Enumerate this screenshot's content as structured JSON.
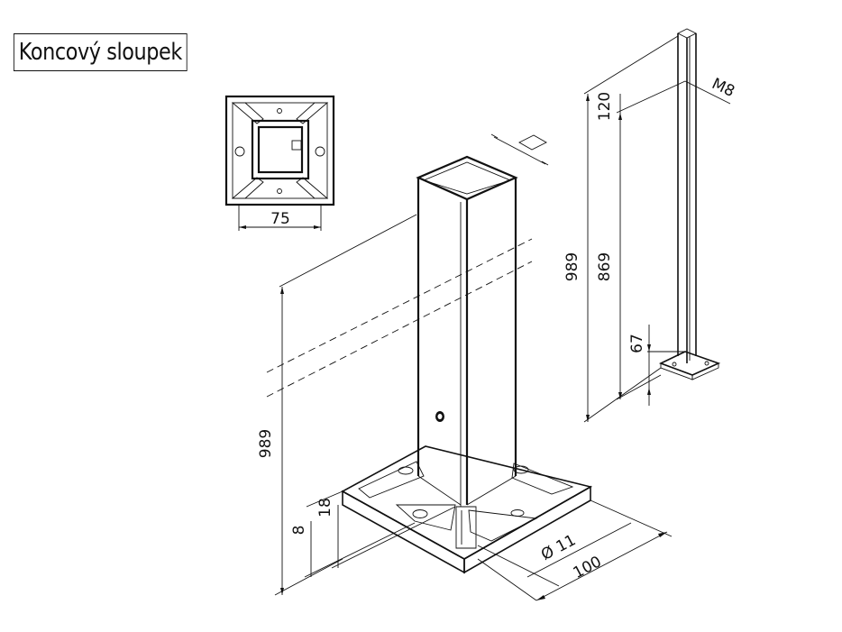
{
  "title": "Koncový sloupek",
  "top_view": {
    "width_label": "75"
  },
  "main_view": {
    "height_label": "989",
    "dim_8": "8",
    "dim_18": "18",
    "hole_label": "Ø 11",
    "base_label": "100"
  },
  "small_view": {
    "total_height_label": "989",
    "post_height_label": "869",
    "top_label": "120",
    "bottom_label": "67",
    "thread_label": "M8"
  }
}
